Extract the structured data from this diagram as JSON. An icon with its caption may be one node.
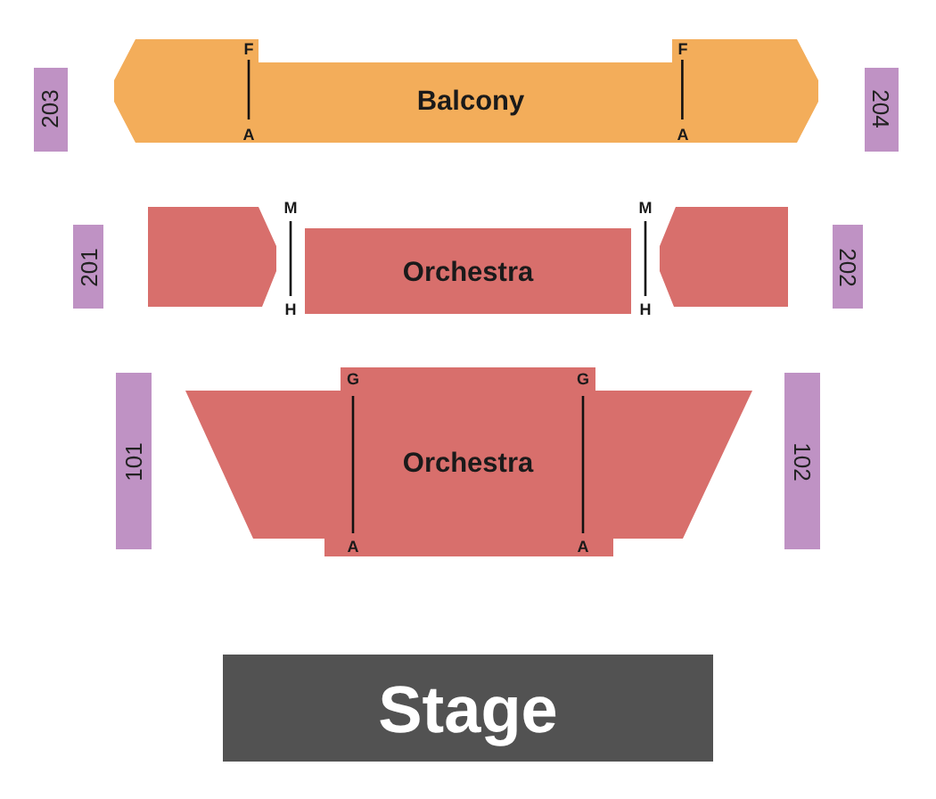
{
  "diagram": {
    "nodes": [
      {
        "text": [
          "203"
        ]
      },
      {
        "text": [
          "F",
          "F",
          "Balcony",
          "A",
          "A"
        ]
      },
      {
        "text": [
          "204"
        ]
      },
      {
        "text": [
          "201"
        ]
      },
      {
        "text": [],
        "shape": "box"
      },
      {
        "text": [
          "Orchestra"
        ]
      },
      {
        "text": [],
        "shape": "box"
      },
      {
        "text": [
          "202"
        ]
      },
      {
        "text": [
          "101"
        ]
      },
      {
        "text": [
          "G",
          "G",
          "Orchestra",
          "A",
          "A"
        ]
      },
      {
        "text": [
          "102"
        ]
      },
      {
        "text": [
          "Stage"
        ]
      }
    ],
    "labels": [
      "M",
      "M",
      "H",
      "H"
    ]
  }
}
